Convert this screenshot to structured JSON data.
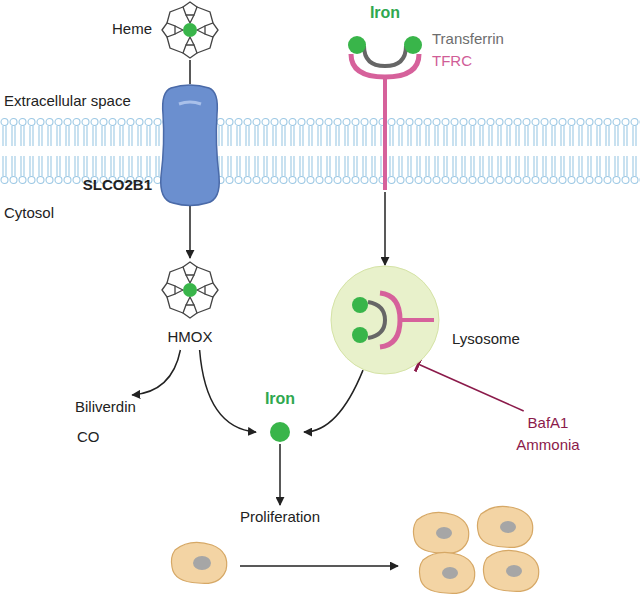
{
  "diagram": {
    "nodes": [
      {
        "text": [
          "Heme"
        ]
      },
      {
        "text": [
          "SLCO2B1"
        ]
      },
      {
        "text": [
          "Iron",
          "Transferrin",
          "TFRC"
        ]
      },
      {
        "text": [
          "HMOX"
        ]
      },
      {
        "text": [
          "Biliverdin",
          "CO"
        ]
      },
      {
        "text": [
          "Iron"
        ]
      },
      {
        "text": [
          "Lysosome"
        ]
      },
      {
        "text": [
          "BafA1",
          "Ammonia"
        ]
      },
      {
        "text": [
          "Proliferation"
        ]
      }
    ],
    "edges": [
      {
        "from": 0,
        "to": 1,
        "arrow": "none"
      },
      {
        "from": 1,
        "to": 3,
        "arrow": "to"
      },
      {
        "from": 3,
        "to": 4,
        "arrow": "to"
      },
      {
        "from": 3,
        "to": 5,
        "arrow": "to"
      },
      {
        "from": 2,
        "to": 6,
        "arrow": "to"
      },
      {
        "from": 6,
        "to": 5,
        "arrow": "to"
      },
      {
        "from": 7,
        "to": 6,
        "arrow": "to"
      },
      {
        "from": 5,
        "to": 8,
        "arrow": "to"
      }
    ],
    "labels": [
      "Extracellular space",
      "Cytosol"
    ]
  }
}
